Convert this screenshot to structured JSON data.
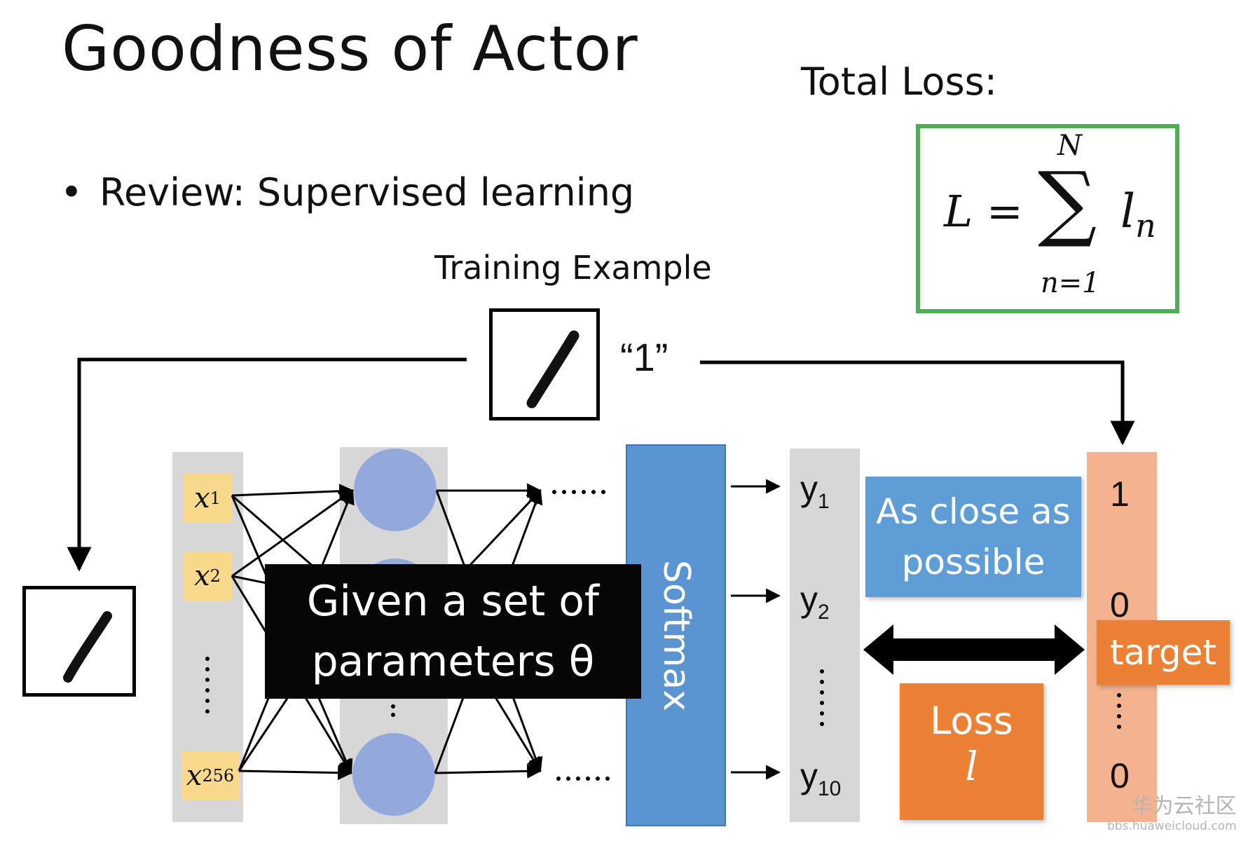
{
  "title": "Goodness of Actor",
  "total_loss_label": "Total Loss:",
  "formula": {
    "lhs": "L =",
    "sum_upper": "N",
    "sum_lower": "n=1",
    "term": "l",
    "term_sub": "n"
  },
  "bullet": "Review: Supervised learning",
  "training_example_label": "Training Example",
  "example_label": "“1”",
  "inputs": [
    {
      "var": "x",
      "sub": "1"
    },
    {
      "var": "x",
      "sub": "2"
    },
    {
      "var": "x",
      "sub": "256"
    }
  ],
  "softmax_label": "Softmax",
  "outputs": [
    {
      "var": "y",
      "sub": "1"
    },
    {
      "var": "y",
      "sub": "2"
    },
    {
      "var": "y",
      "sub": "10"
    }
  ],
  "targets": [
    "1",
    "0",
    "0"
  ],
  "given_box": {
    "line1": "Given a set of",
    "line2": "parameters θ"
  },
  "close_box": {
    "line1": "As close as",
    "line2": "possible"
  },
  "loss_box": {
    "line1": "Loss",
    "line2": "l"
  },
  "target_tag": "target",
  "watermark": {
    "main": "华为云社区",
    "sub": "bbs.huaweicloud.com"
  },
  "colors": {
    "formula_border": "#4caf50",
    "input_box": "#f9d98b",
    "node": "#93a9dc",
    "softmax": "#5b95d1",
    "close_box": "#5f9dd6",
    "loss_box": "#ec8034",
    "target_col": "#f4b28f"
  }
}
